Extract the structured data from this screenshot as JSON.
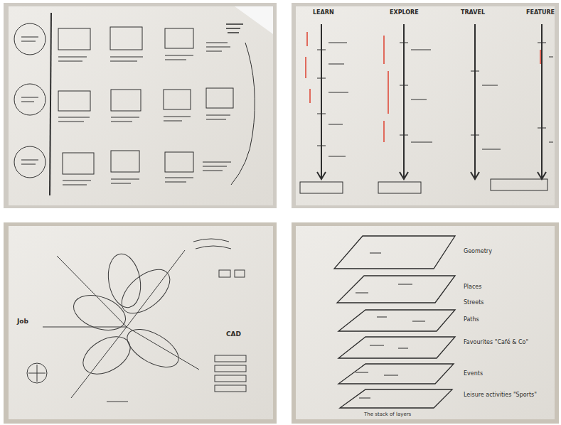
{
  "diagram": {
    "labels": [
      "LEARN",
      "EXPLORE",
      "TRAVEL",
      "FEATURE",
      "Job",
      "CAD",
      "Geometry",
      "Places",
      "Streets",
      "Paths",
      "Favourites \"Café & Co\"",
      "Events",
      "Leisure activities \"Sports\"",
      "The stack of layers"
    ]
  }
}
